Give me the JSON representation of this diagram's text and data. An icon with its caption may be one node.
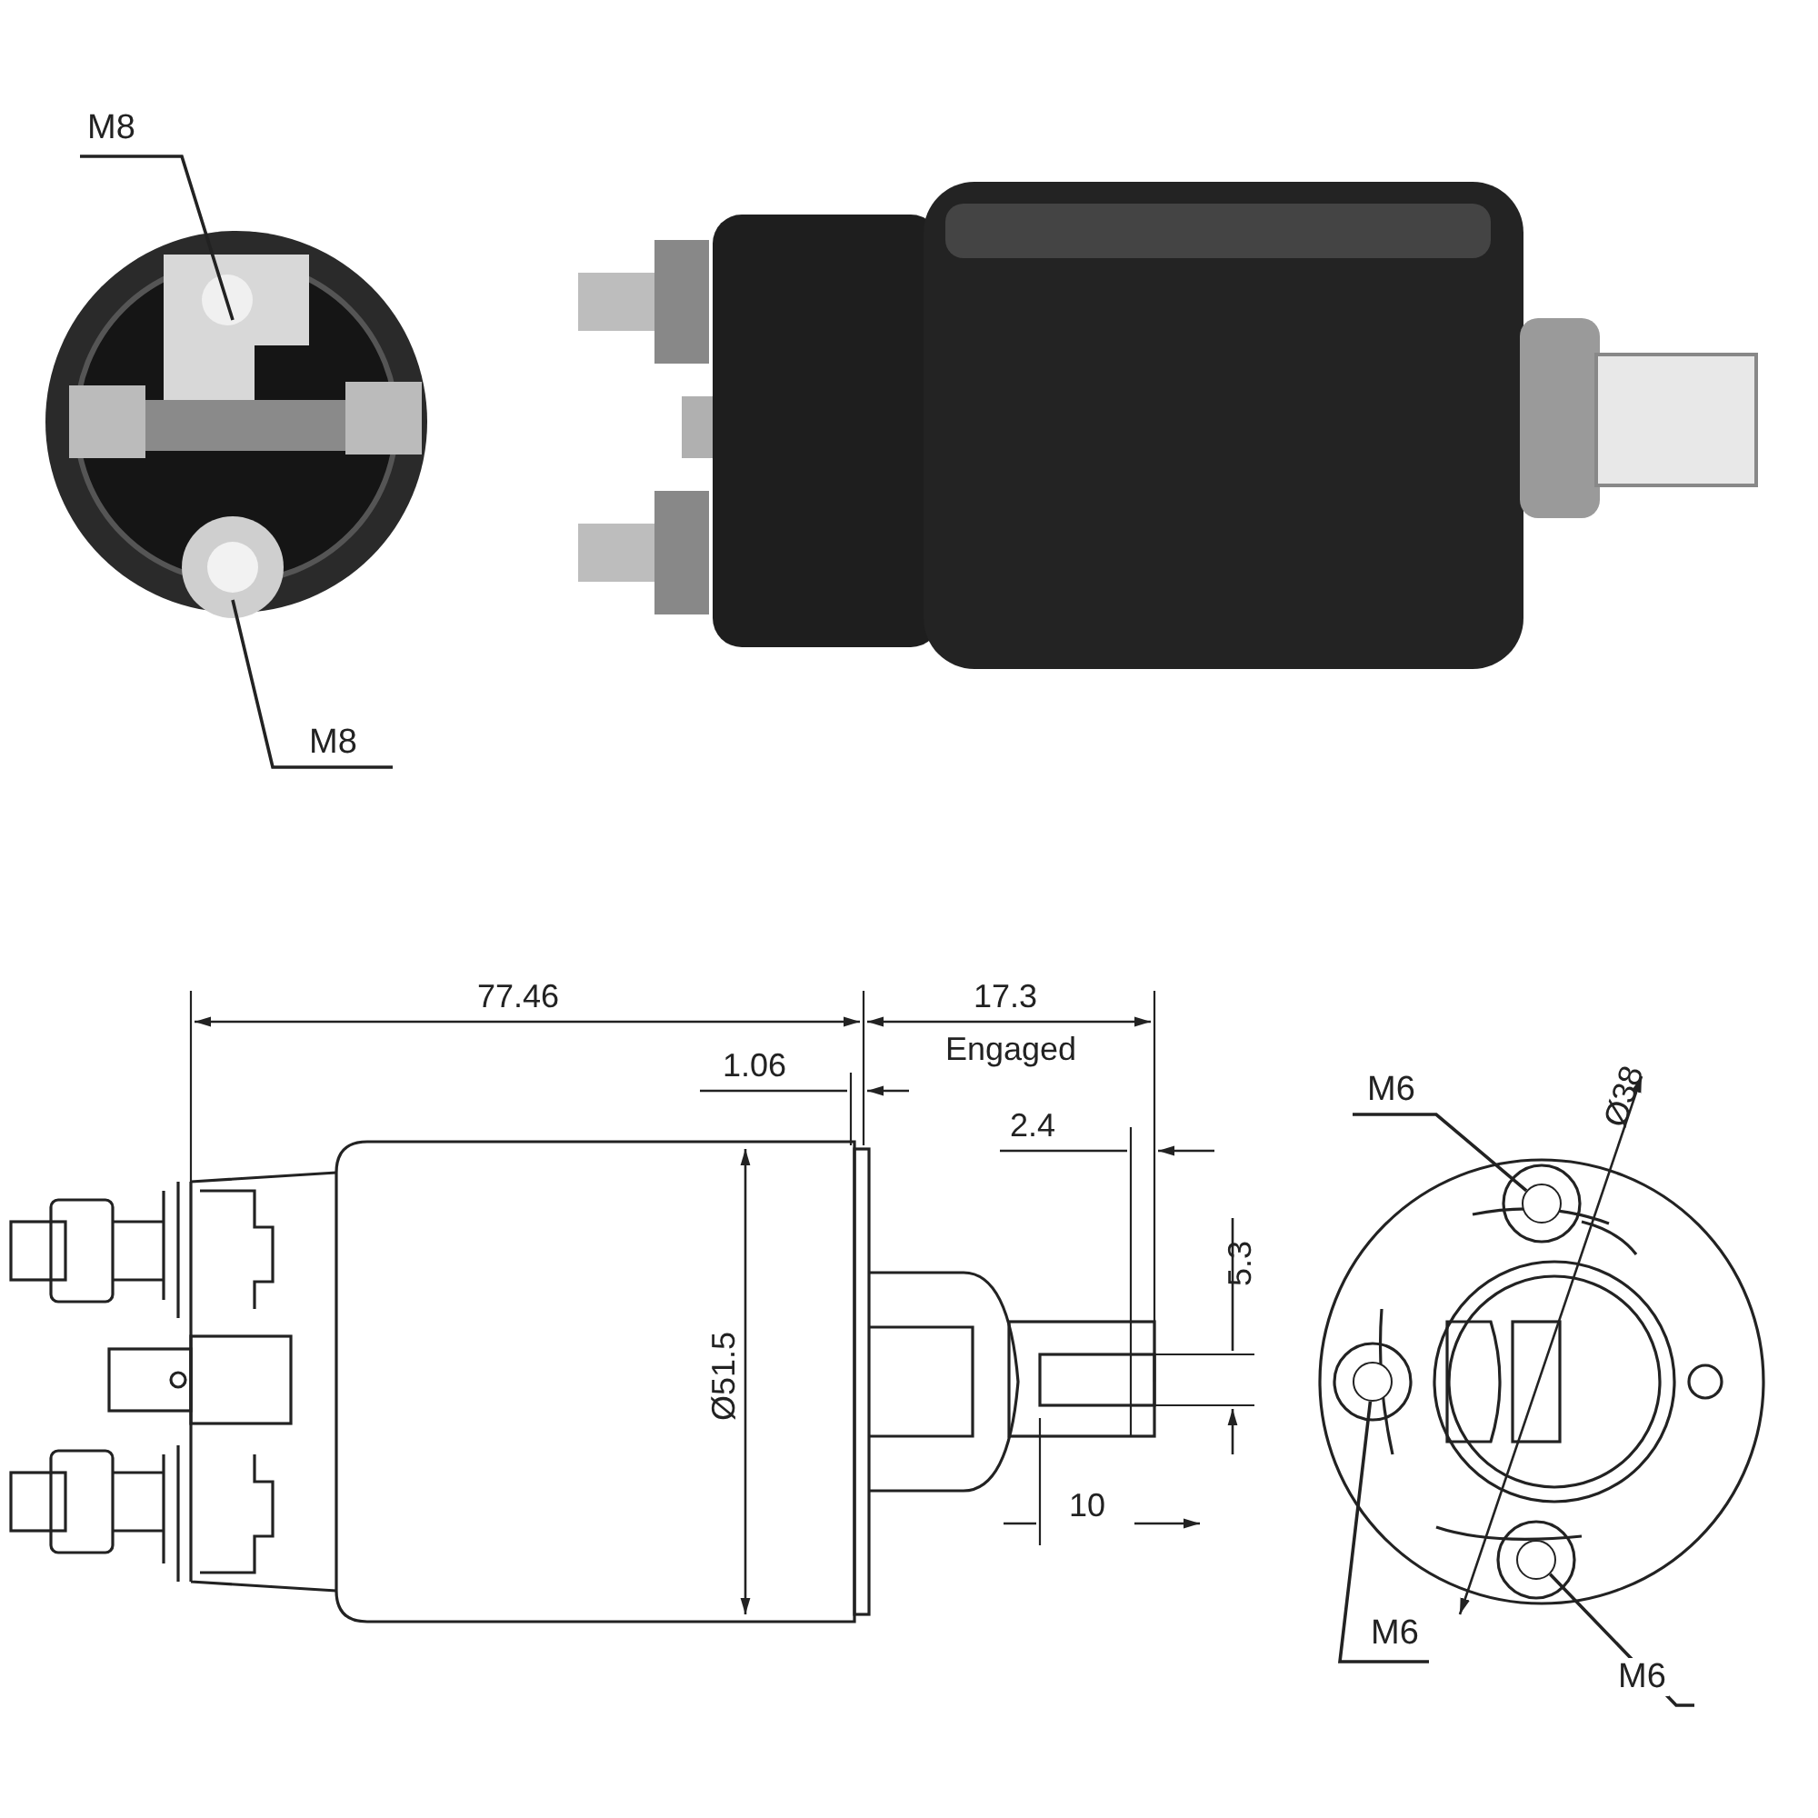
{
  "diagram": {
    "nodes": [
      {
        "text": [
          "M8"
        ]
      },
      {
        "text": [
          "M8"
        ]
      },
      {
        "text": [
          "M6"
        ]
      },
      {
        "text": [
          "M6"
        ]
      },
      {
        "text": [
          "M6"
        ]
      },
      {
        "text": [],
        "shape": "circle"
      },
      {
        "text": [],
        "shape": "circle"
      },
      {
        "text": [],
        "shape": "circle"
      }
    ],
    "edges": [
      {
        "from": 0,
        "to": null,
        "arrow": "none"
      },
      {
        "from": 1,
        "to": null,
        "arrow": "none"
      },
      {
        "from": 2,
        "to": 5,
        "arrow": "none"
      },
      {
        "from": 3,
        "to": 6,
        "arrow": "none"
      },
      {
        "from": 4,
        "to": 7,
        "arrow": "none"
      }
    ],
    "labels": [
      "77.46",
      "17.3",
      "Engaged",
      "1.06",
      "2.4",
      "Ø38",
      "5.3",
      "Ø51.5",
      "10"
    ]
  }
}
